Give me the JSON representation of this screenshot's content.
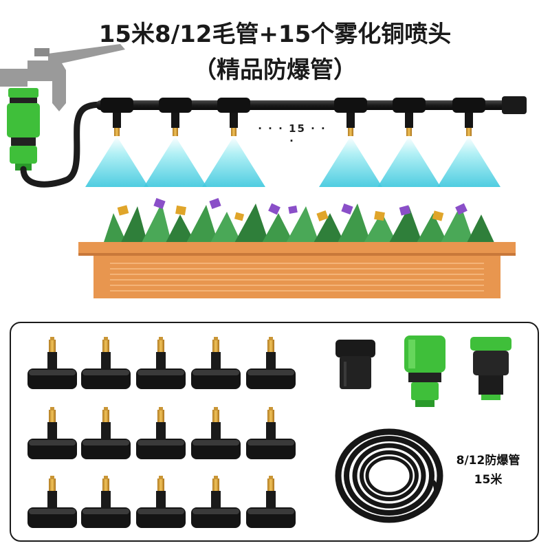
{
  "header": {
    "title": "15米8/12毛管+15个雾化铜喷头",
    "subtitle": "（精品防爆管）"
  },
  "scene": {
    "nozzle_count_label": "· · · 15 · · ·"
  },
  "kit": {
    "hose_label_line1": "8/12防爆管",
    "hose_label_line2": "15米",
    "nozzle_rows": 3,
    "nozzle_cols": 5
  },
  "colors": {
    "fitting_green": "#3fbf3a",
    "pipe_black": "#1c1c1c",
    "brass": "#d9a441",
    "mist_blue": "#5fd6e6",
    "planter_orange": "#e8964f",
    "leaf_green": "#3f9a4a",
    "flower_purple": "#8a4fc8",
    "flower_yellow": "#e0a52a"
  }
}
